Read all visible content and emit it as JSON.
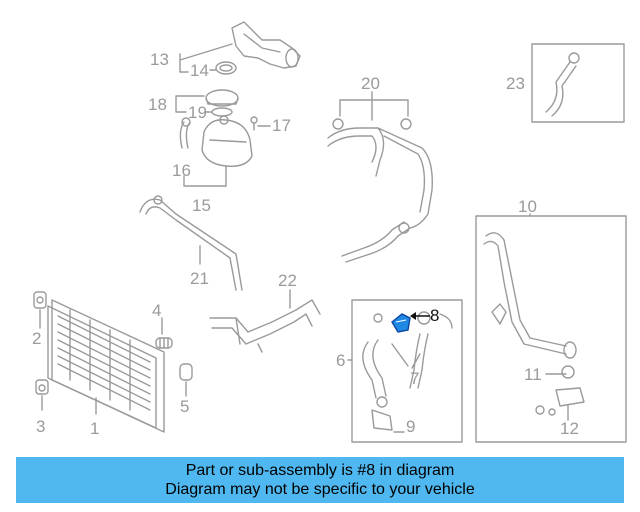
{
  "callouts": {
    "c1": "1",
    "c2": "2",
    "c3": "3",
    "c4": "4",
    "c5": "5",
    "c6": "6",
    "c7": "7",
    "c8": "8",
    "c9": "9",
    "c10": "10",
    "c11": "11",
    "c12": "12",
    "c13": "13",
    "c14": "14",
    "c15": "15",
    "c16": "16",
    "c17": "17",
    "c18": "18",
    "c19": "19",
    "c20": "20",
    "c21": "21",
    "c22": "22",
    "c23": "23"
  },
  "highlighted_part": "8",
  "colors": {
    "line": "#9a9a9a",
    "highlight": "#1e88e5",
    "banner": "#4fb8f0"
  },
  "banner": {
    "line1": "Part or sub-assembly is #8 in diagram",
    "line2": "Diagram may not be specific to your vehicle"
  }
}
